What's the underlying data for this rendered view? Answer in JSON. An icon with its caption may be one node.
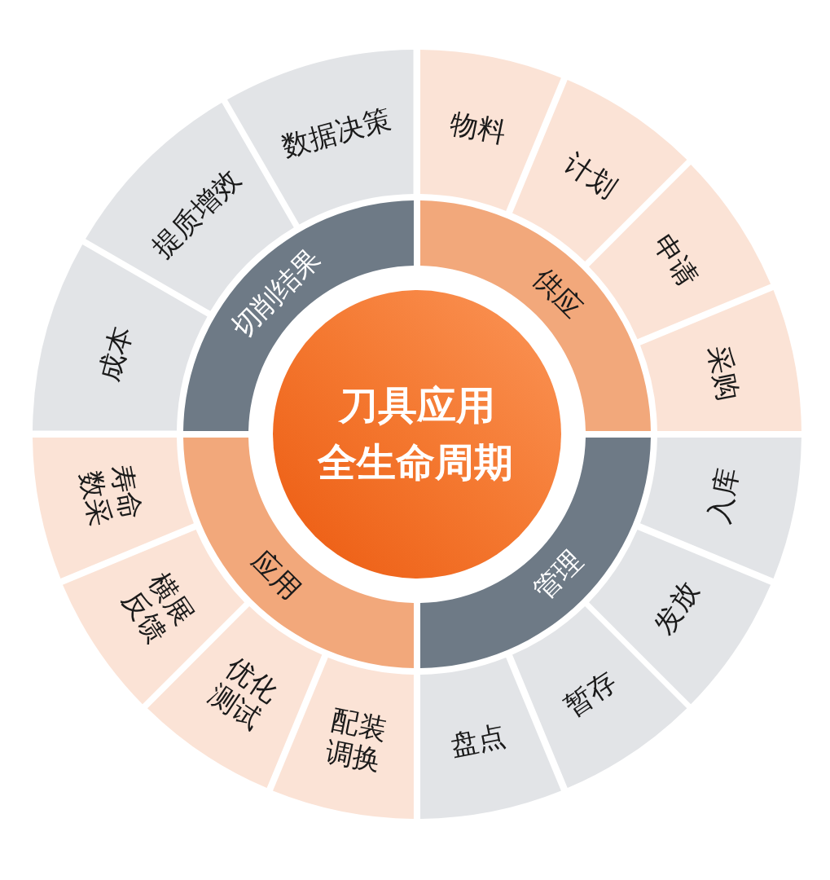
{
  "diagram": {
    "nodes": [
      {
        "text": [
          "刀具应用全生命周期"
        ]
      },
      {
        "text": [
          "供应"
        ]
      },
      {
        "text": [
          "物料"
        ]
      },
      {
        "text": [
          "计划"
        ]
      },
      {
        "text": [
          "申请"
        ]
      },
      {
        "text": [
          "采购"
        ]
      },
      {
        "text": [
          "管理"
        ]
      },
      {
        "text": [
          "入库"
        ]
      },
      {
        "text": [
          "发放"
        ]
      },
      {
        "text": [
          "暂存"
        ]
      },
      {
        "text": [
          "盘点"
        ]
      },
      {
        "text": [
          "应用"
        ]
      },
      {
        "text": [
          "配装调换"
        ]
      },
      {
        "text": [
          "优化测试"
        ]
      },
      {
        "text": [
          "横展反馈"
        ]
      },
      {
        "text": [
          "寿命数采"
        ]
      },
      {
        "text": [
          "切削结果"
        ]
      },
      {
        "text": [
          "成本"
        ]
      },
      {
        "text": [
          "提质增效"
        ]
      },
      {
        "text": [
          "数据决策"
        ]
      }
    ]
  }
}
